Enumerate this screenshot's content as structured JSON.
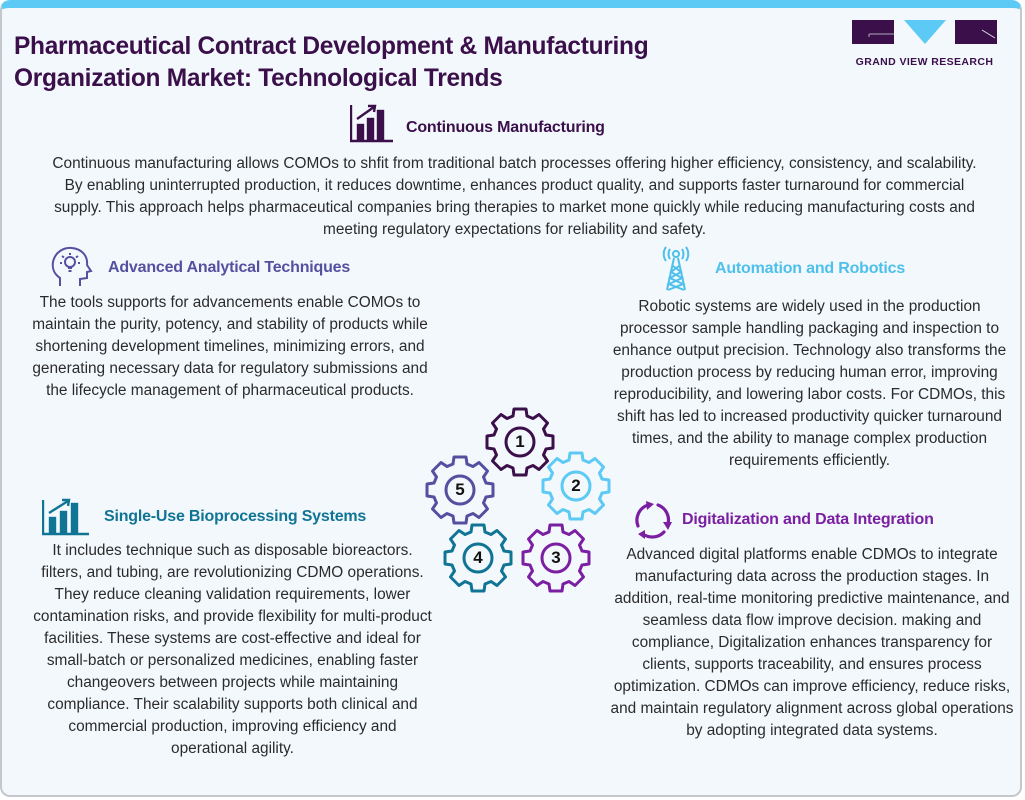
{
  "header": {
    "title_line1": "Pharmaceutical Contract Development & Manufacturing",
    "title_line2": "Organization Market: Technological Trends",
    "logo_text": "GRAND VIEW RESEARCH"
  },
  "colors": {
    "top_bar": "#5ccaf4",
    "title": "#3a0f4a",
    "background": "#f3f8fc",
    "continuous_manufacturing": "#3a0f4a",
    "advanced_analytical": "#5450a0",
    "automation_robotics": "#4ec0ec",
    "single_use": "#107494",
    "digitalization": "#7b1fa2"
  },
  "sections": {
    "continuous_manufacturing": {
      "icon": "bar-chart-growth-icon",
      "title": "Continuous Manufacturing",
      "body": "Continuous manufacturing allows COMOs to shfit from traditional batch processes offering higher efficiency, consistency, and scalability. By enabling uninterrupted production, it reduces downtime, enhances product quality, and supports faster turnaround for commercial supply. This approach helps pharmaceutical companies bring therapies to market mone quickly while reducing manufacturing costs and meeting regulatory expectations for reliability and safety."
    },
    "advanced_analytical": {
      "icon": "head-lightbulb-icon",
      "title": "Advanced Analytical Techniques",
      "body": "The tools supports for advancements enable COMOs to maintain the purity, potency, and stability of products while shortening development timelines, minimizing errors, and generating necessary data for regulatory submissions and the lifecycle management of pharmaceutical products."
    },
    "automation_robotics": {
      "icon": "signal-tower-icon",
      "title": "Automation and Robotics",
      "body": "Robotic systems are widely used in the production processor sample handling packaging and inspection to enhance output precision. Technology also transforms the production process by reducing human error, improving reproducibility, and lowering labor costs. For CDMOs, this shift has led to increased productivity quicker turnaround times, and the ability to manage complex production requirements efficiently."
    },
    "single_use": {
      "icon": "bar-chart-growth-icon",
      "title": "Single-Use Bioprocessing Systems",
      "body": "It includes technique such as disposable bioreactors. filters, and tubing, are revolutionizing CDMO operations. They reduce cleaning validation requirements, lower contamination risks, and provide flexibility for multi-product facilities. These systems are cost-effective and ideal for small-batch or personalized medicines, enabling faster changeovers between projects while maintaining compliance. Their scalability supports both clinical and commercial production, improving efficiency and operational agility."
    },
    "digitalization": {
      "icon": "cycle-arrows-icon",
      "title": "Digitalization and Data Integration",
      "body": "Advanced digital platforms enable CDMOs to integrate manufacturing data across the production stages. In addition, real-time monitoring predictive maintenance, and seamless data flow improve decision. making and compliance, Digitalization enhances transparency for clients, supports traceability, and ensures process optimization. CDMOs can improve efficiency, reduce risks, and maintain regulatory alignment across global operations by adopting integrated data systems."
    }
  },
  "gears": [
    {
      "number": "1",
      "color": "#3a0f4a"
    },
    {
      "number": "2",
      "color": "#5ccaf4"
    },
    {
      "number": "3",
      "color": "#7b1fa2"
    },
    {
      "number": "4",
      "color": "#107494"
    },
    {
      "number": "5",
      "color": "#5450a0"
    }
  ]
}
